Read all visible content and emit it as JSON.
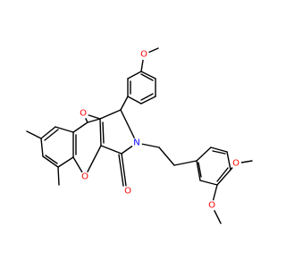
{
  "molecule": {
    "atoms": [
      {
        "id": "O_methoxy_top",
        "symbol": "O",
        "color": "#ff0000"
      },
      {
        "id": "O_ketone",
        "symbol": "O",
        "color": "#ff0000"
      },
      {
        "id": "N_ring",
        "symbol": "N",
        "color": "#0000ff"
      },
      {
        "id": "O_chromene",
        "symbol": "O",
        "color": "#ff0000"
      },
      {
        "id": "O_lactam",
        "symbol": "O",
        "color": "#ff0000"
      },
      {
        "id": "O_methoxy_4",
        "symbol": "O",
        "color": "#ff0000"
      },
      {
        "id": "O_methoxy_3",
        "symbol": "O",
        "color": "#ff0000"
      }
    ]
  }
}
